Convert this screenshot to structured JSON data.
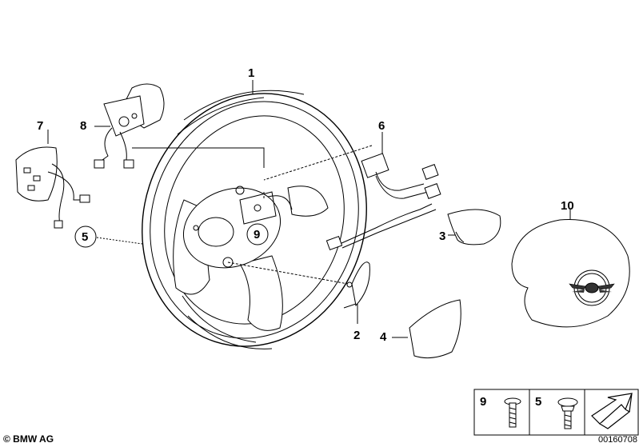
{
  "callouts": {
    "c1": "1",
    "c2": "2",
    "c3": "3",
    "c4": "4",
    "c5": "5",
    "c6": "6",
    "c7": "7",
    "c8": "8",
    "c9": "9",
    "c10": "10"
  },
  "legend": {
    "screw9_label": "9",
    "screw5_label": "5"
  },
  "footer": {
    "copyright": "© BMW AG",
    "drawing_number": "00160708"
  },
  "icons": {
    "logo": "mini-wings-logo"
  }
}
